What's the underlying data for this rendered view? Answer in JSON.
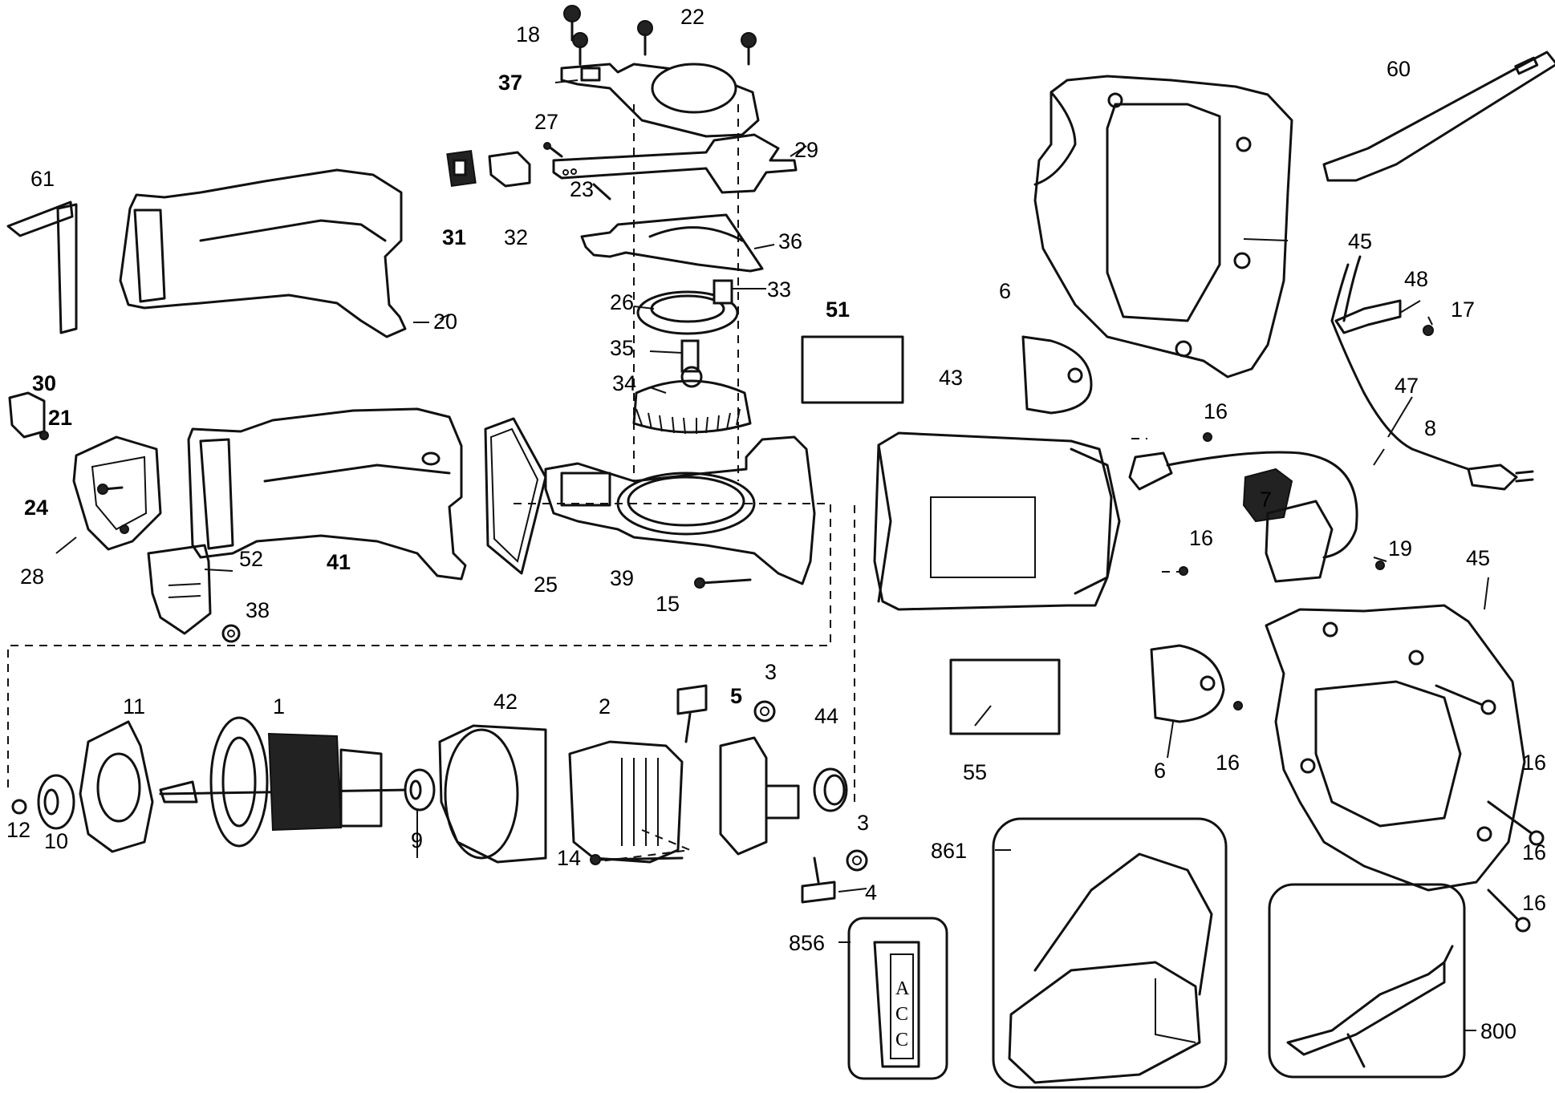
{
  "callouts": {
    "c18": "18",
    "c22": "22",
    "c37": "37",
    "c27": "27",
    "c29": "29",
    "c61": "61",
    "c31": "31",
    "c32": "32",
    "c23": "23",
    "c36": "36",
    "c20": "20",
    "c26": "26",
    "c33": "33",
    "c51": "51",
    "c35": "35",
    "c34": "34",
    "c43": "43",
    "c30": "30",
    "c21": "21",
    "c24": "24",
    "c28": "28",
    "c41": "41",
    "c52": "52",
    "c25": "25",
    "c39": "39",
    "c15": "15",
    "c38": "38",
    "c60": "60",
    "c45a": "45",
    "c48": "48",
    "c17": "17",
    "c6a": "6",
    "c47": "47",
    "c8": "8",
    "c16a": "16",
    "c7": "7",
    "c16b": "16",
    "c19": "19",
    "c45b": "45",
    "c11": "11",
    "c1": "1",
    "c42": "42",
    "c2": "2",
    "c5": "5",
    "c3a": "3",
    "c44": "44",
    "c12": "12",
    "c10": "10",
    "c9": "9",
    "c14": "14",
    "c3b": "3",
    "c4": "4",
    "c55": "55",
    "c6b": "6",
    "c16c": "16",
    "c16d": "16",
    "c16e": "16",
    "c16f": "16",
    "c861": "861",
    "c856": "856",
    "c800": "800"
  },
  "case_label": {
    "l1": "A",
    "l2": "C",
    "l3": "C"
  }
}
